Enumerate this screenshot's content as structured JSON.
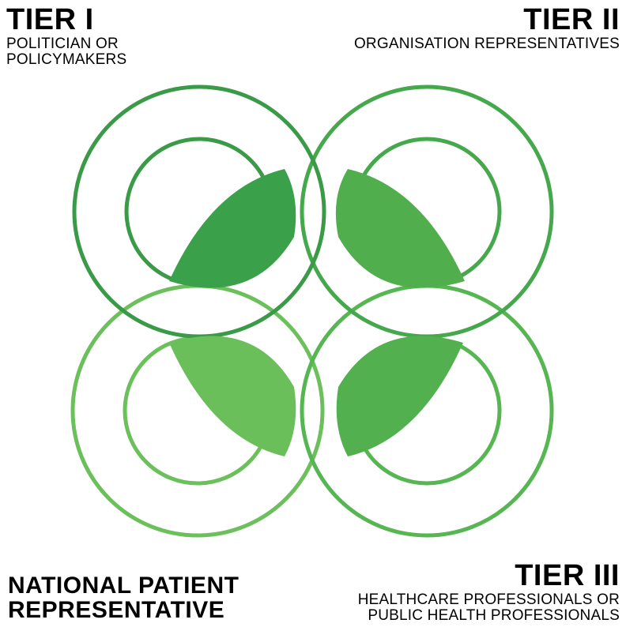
{
  "colors": {
    "tier1_ring": "#3a9a48",
    "tier1_leaf": "#3aa04a",
    "tier2_ring": "#46a84c",
    "tier2_leaf": "#50ae4c",
    "tier3_ring": "#56b652",
    "tier3_leaf": "#52b04e",
    "patient_ring": "#6cc05c",
    "patient_leaf": "#6abf5a"
  },
  "tier1": {
    "title": "TIER I",
    "subtitle_line1": "POLITICIAN OR",
    "subtitle_line2": "POLICYMAKERS"
  },
  "tier2": {
    "title": "TIER II",
    "subtitle_line1": "ORGANISATION REPRESENTATIVES"
  },
  "tier3": {
    "title": "TIER III",
    "subtitle_line1": "HEALTHCARE PROFESSIONALS OR",
    "subtitle_line2": "PUBLIC HEALTH PROFESSIONALS"
  },
  "patient": {
    "title_line1": "NATIONAL PATIENT",
    "title_line2": "REPRESENTATIVE"
  }
}
